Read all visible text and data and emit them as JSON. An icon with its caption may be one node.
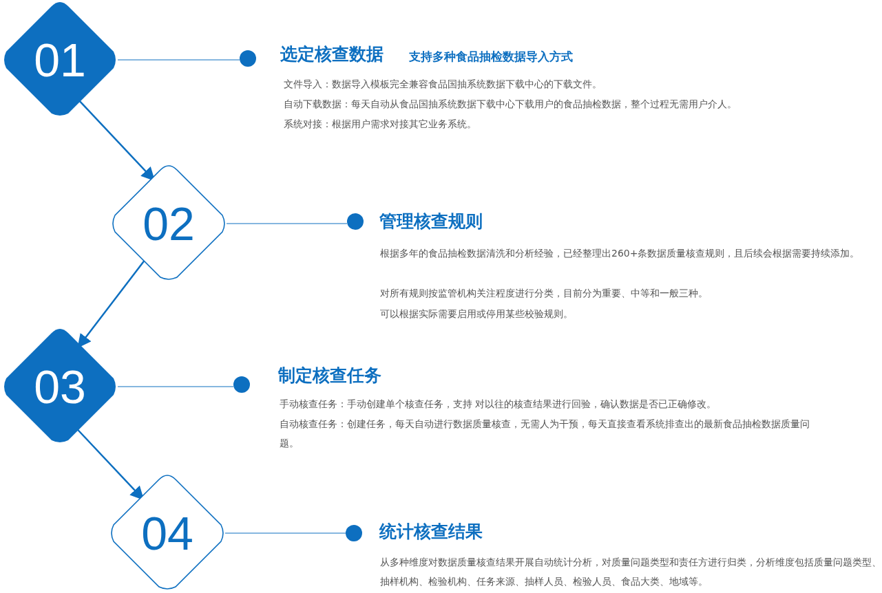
{
  "diagram": {
    "nodes": [
      {
        "text": [
          "01"
        ]
      },
      {
        "text": [],
        "shape": "circle"
      },
      {
        "text": [
          "02"
        ]
      },
      {
        "text": [],
        "shape": "circle"
      },
      {
        "text": [
          "03"
        ]
      },
      {
        "text": [],
        "shape": "circle"
      },
      {
        "text": [
          "04"
        ]
      },
      {
        "text": [],
        "shape": "circle"
      }
    ],
    "edges": [
      {
        "from": 0,
        "to": 1,
        "arrow": "none"
      },
      {
        "from": 0,
        "to": 2,
        "arrow": "to"
      },
      {
        "from": 2,
        "to": 3,
        "arrow": "none"
      },
      {
        "from": 2,
        "to": 4,
        "arrow": "to"
      },
      {
        "from": 4,
        "to": 5,
        "arrow": "none"
      },
      {
        "from": 4,
        "to": 6,
        "arrow": "to"
      },
      {
        "from": 6,
        "to": 7,
        "arrow": "none"
      }
    ],
    "labels": [
      "选定核查数据",
      "支持多种食品抽检数据导入方式",
      "文件导入：数据导入模板完全兼容食品国抽系统数据下载中心的下载文件。",
      "自动下载数据：每天自动从食品国抽系统数据下载中心下载用户的食品抽检数据，整个过程无需用户介人。",
      "系统对接：根据用户需求对接其它业务系统。",
      "管理核查规则",
      "根据多年的食品抽检数据清洗和分析经验，已经整理出260+条数据质量核查规则，且后续会根据需要持续添加。",
      "对所有规则按监管机构关注程度进行分类，目前分为重要、中等和一般三种。",
      "可以根据实际需要启用或停用某些校验规则。",
      "制定核查任务",
      "手动核查任务：手动创建单个核查任务，支持 对以往的核查结果进行回验，确认数据是否已正确修改。",
      "自动核查任务：创建任务，每天自动进行数据质量核查，无需人为干预，每天直接查看系统排查出的最新食品抽检数据质量问题。",
      "统计核查结果",
      "从多种维度对数据质量核查结果开展自动统计分析，对质量问题类型和责任方进行归类，分析维度包括质量问题类型、抽样机构、检验机构、任务来源、抽样人员、检验人员、食品大类、地域等。"
    ]
  }
}
